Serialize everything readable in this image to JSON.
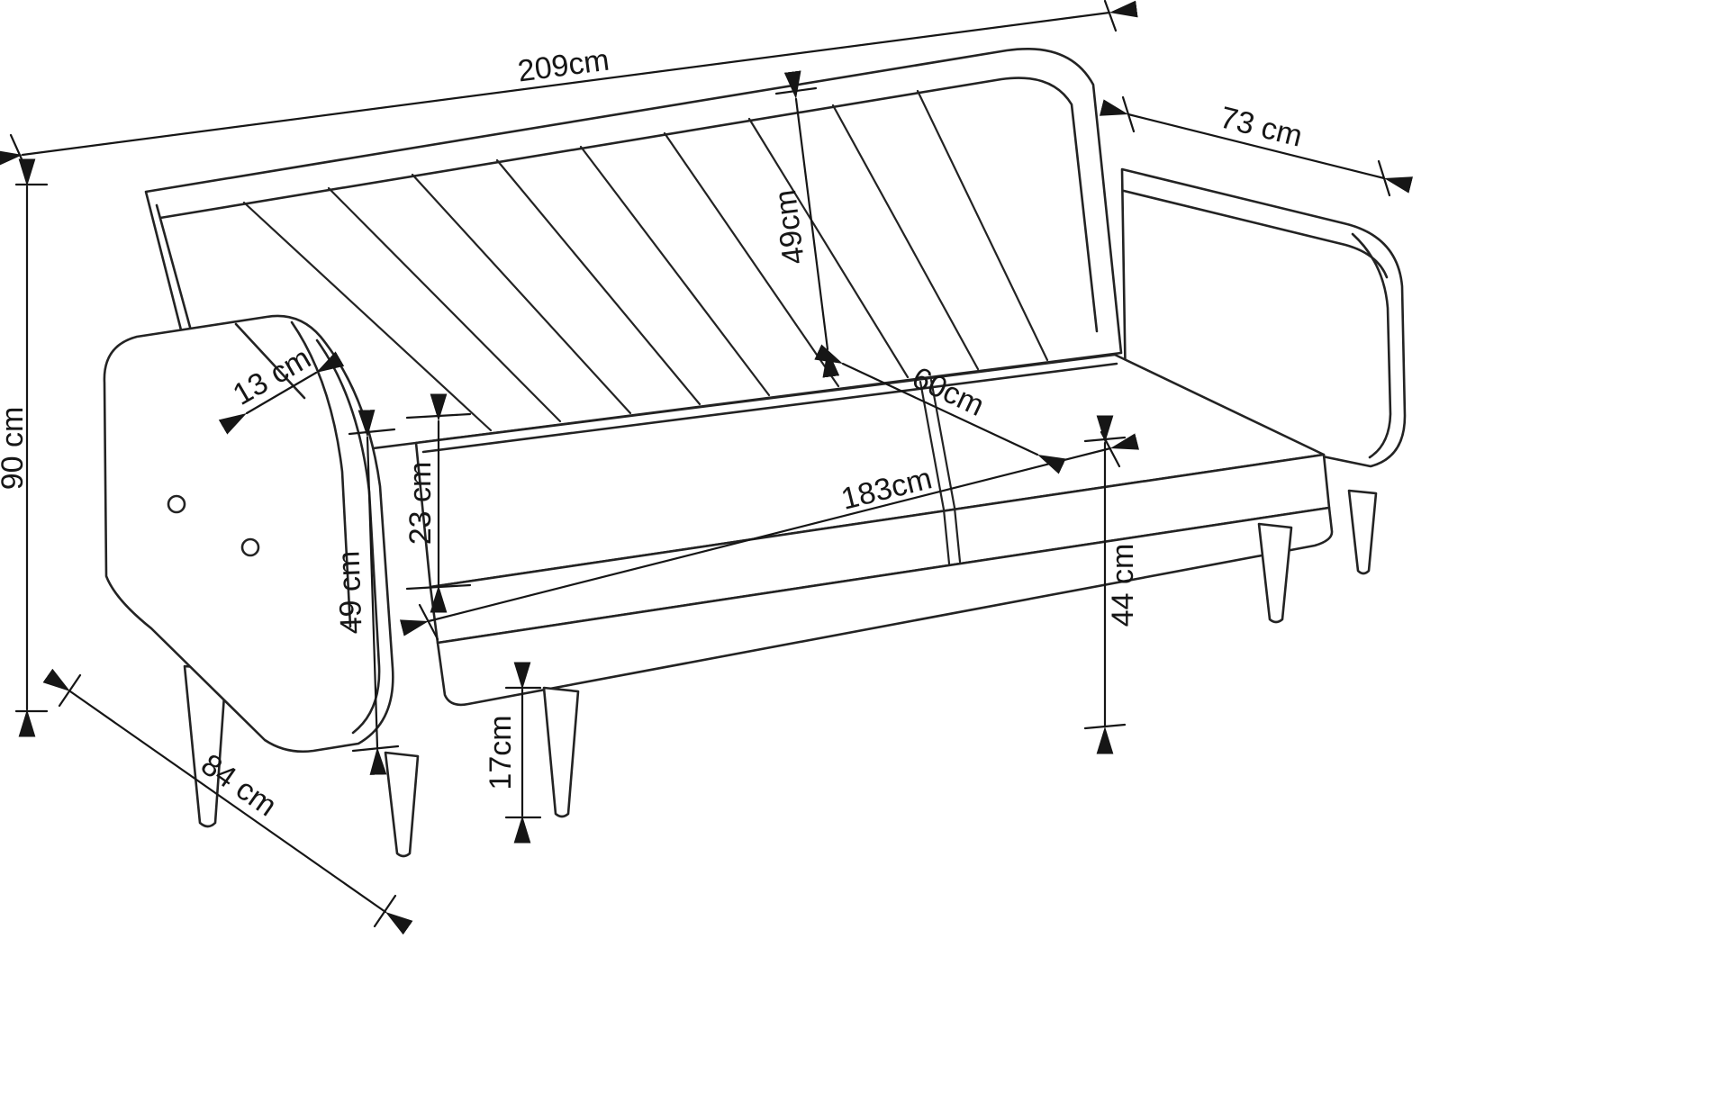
{
  "colors": {
    "background": "#ffffff",
    "drawing_line": "#232323",
    "dimension_line": "#161616"
  },
  "dimensions": {
    "overall_width": "209cm",
    "arm_outer_depth": "73 cm",
    "overall_height": "90 cm",
    "overall_depth": "84 cm",
    "backrest_height": "49cm",
    "seat_depth": "60cm",
    "seat_width": "183cm",
    "seat_height": "44 cm",
    "cushion_thickness": "23 cm",
    "armrest_height": "49 cm",
    "leg_height": "17cm",
    "armrest_top_width": "13 cm"
  }
}
